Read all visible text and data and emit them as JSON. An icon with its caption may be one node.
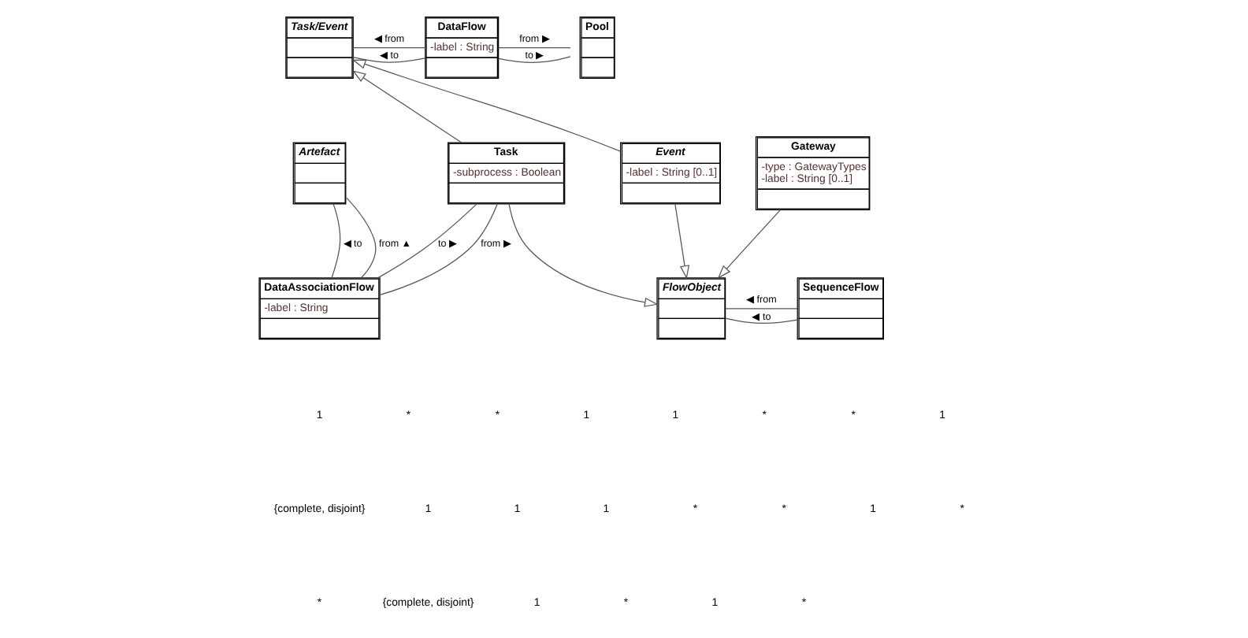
{
  "diagram": {
    "nodes": [
      {
        "text": [
          "Task/Event"
        ]
      },
      {
        "text": [
          "DataFlow",
          "-label : String"
        ]
      },
      {
        "text": [
          "Pool"
        ]
      },
      {
        "text": [
          "Artefact"
        ]
      },
      {
        "text": [
          "Task",
          "-subprocess : Boolean"
        ]
      },
      {
        "text": [
          "Event",
          "-label : String [0..1]"
        ]
      },
      {
        "text": [
          "Gateway",
          "-type : GatewayTypes",
          "-label : String [0..1]"
        ]
      },
      {
        "text": [
          "DataAssociationFlow",
          "-label : String"
        ]
      },
      {
        "text": [
          "FlowObject"
        ]
      },
      {
        "text": [
          "SequenceFlow"
        ]
      }
    ],
    "edges": [
      {
        "from": 1,
        "to": 0,
        "arrow": "none",
        "label": "◀ to"
      },
      {
        "from": 1,
        "to": 0,
        "arrow": "none",
        "label": "◀ from"
      },
      {
        "from": 1,
        "to": 2,
        "arrow": "none",
        "label": "to ▶"
      },
      {
        "from": 1,
        "to": 2,
        "arrow": "none",
        "label": "from ▶"
      },
      {
        "from": 4,
        "to": 0,
        "arrow": "to"
      },
      {
        "from": 5,
        "to": 0,
        "arrow": "to"
      },
      {
        "from": 7,
        "to": 3,
        "arrow": "none",
        "label": "◀ to"
      },
      {
        "from": 7,
        "to": 3,
        "arrow": "none",
        "label": "from ▲"
      },
      {
        "from": 7,
        "to": 4,
        "arrow": "none",
        "label": "to ▶"
      },
      {
        "from": 7,
        "to": 4,
        "arrow": "none",
        "label": "from ▶"
      },
      {
        "from": 4,
        "to": 8,
        "arrow": "to"
      },
      {
        "from": 5,
        "to": 8,
        "arrow": "to"
      },
      {
        "from": 6,
        "to": 8,
        "arrow": "to"
      },
      {
        "from": 9,
        "to": 8,
        "arrow": "none",
        "label": "◀ to"
      },
      {
        "from": 9,
        "to": 8,
        "arrow": "none",
        "label": "◀ from"
      }
    ],
    "labels": [
      "1",
      "*",
      "*",
      "1",
      "1",
      "*",
      "*",
      "1",
      "{complete, disjoint}",
      "1",
      "1",
      "1",
      "*",
      "*",
      "1",
      "*",
      "*",
      "{complete, disjoint}",
      "1",
      "*",
      "1",
      "*"
    ]
  }
}
